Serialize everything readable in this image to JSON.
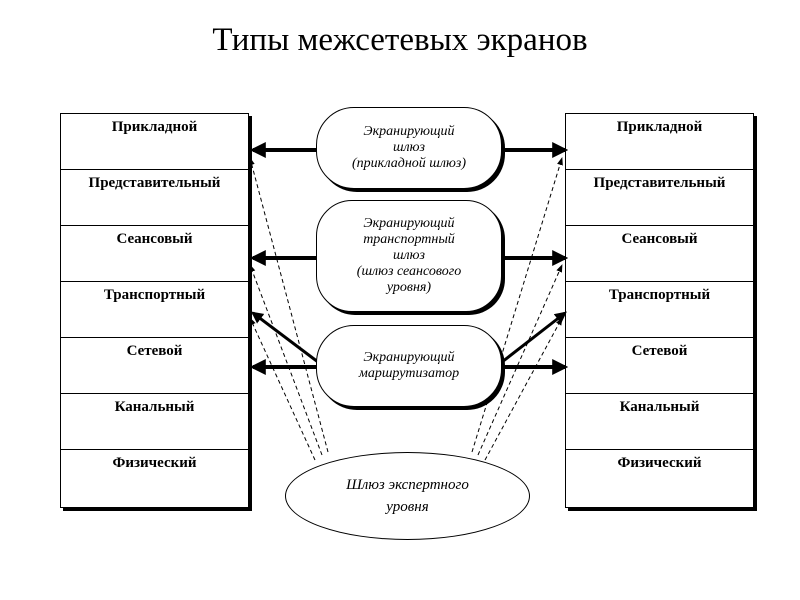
{
  "title": "Типы межсетевых экранов",
  "layers": [
    "Прикладной",
    "Представительный",
    "Сеансовый",
    "Транспортный",
    "Сетевой",
    "Канальный",
    "Физический"
  ],
  "nodes": {
    "app_gateway": [
      "Экранирующий",
      "шлюз",
      "(прикладной шлюз)"
    ],
    "transport_gateway": [
      "Экранирующий",
      "транспортный",
      "шлюз",
      "(шлюз сеансового",
      "уровня)"
    ],
    "router": [
      "Экранирующий",
      "маршрутизатор"
    ],
    "expert_gateway": [
      "Шлюз экспертного",
      "уровня"
    ]
  }
}
